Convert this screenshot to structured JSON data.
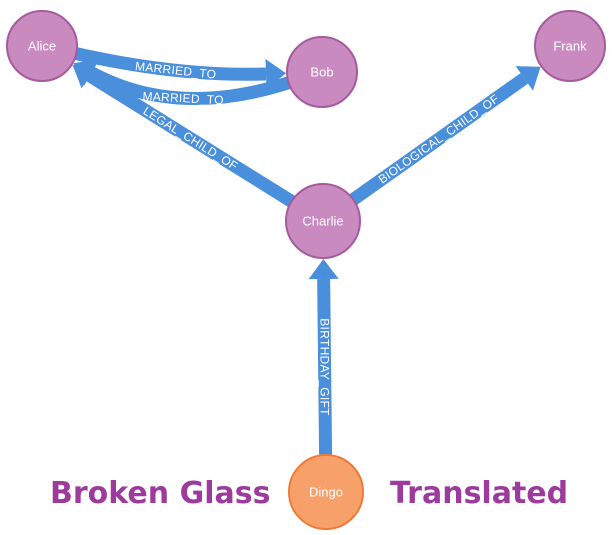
{
  "colors": {
    "edge": "#4a8fdc",
    "node_fill": "#c98ac0",
    "node_stroke": "#a65a9e",
    "highlight_fill": "#f7a06a",
    "highlight_stroke": "#f07a35",
    "caption": "#9c3a9d"
  },
  "nodes": [
    {
      "id": "alice",
      "label": "Alice"
    },
    {
      "id": "bob",
      "label": "Bob"
    },
    {
      "id": "frank",
      "label": "Frank"
    },
    {
      "id": "charlie",
      "label": "Charlie"
    },
    {
      "id": "dingo",
      "label": "Dingo",
      "highlight": true
    }
  ],
  "edges": [
    {
      "id": "bob-alice",
      "source": "bob",
      "target": "alice",
      "label": "MARRIED_TO"
    },
    {
      "id": "alice-bob",
      "source": "alice",
      "target": "bob",
      "label": "MARRIED_TO"
    },
    {
      "id": "charlie-alice",
      "source": "charlie",
      "target": "alice",
      "label": "LEGAL_CHILD_OF"
    },
    {
      "id": "charlie-frank",
      "source": "charlie",
      "target": "frank",
      "label": "BIOLOGICAL_CHILD_OF"
    },
    {
      "id": "dingo-charlie",
      "source": "dingo",
      "target": "charlie",
      "label": "BIRTHDAY_GIFT"
    }
  ],
  "captions": {
    "left": "Broken Glass",
    "right": "Translated"
  }
}
